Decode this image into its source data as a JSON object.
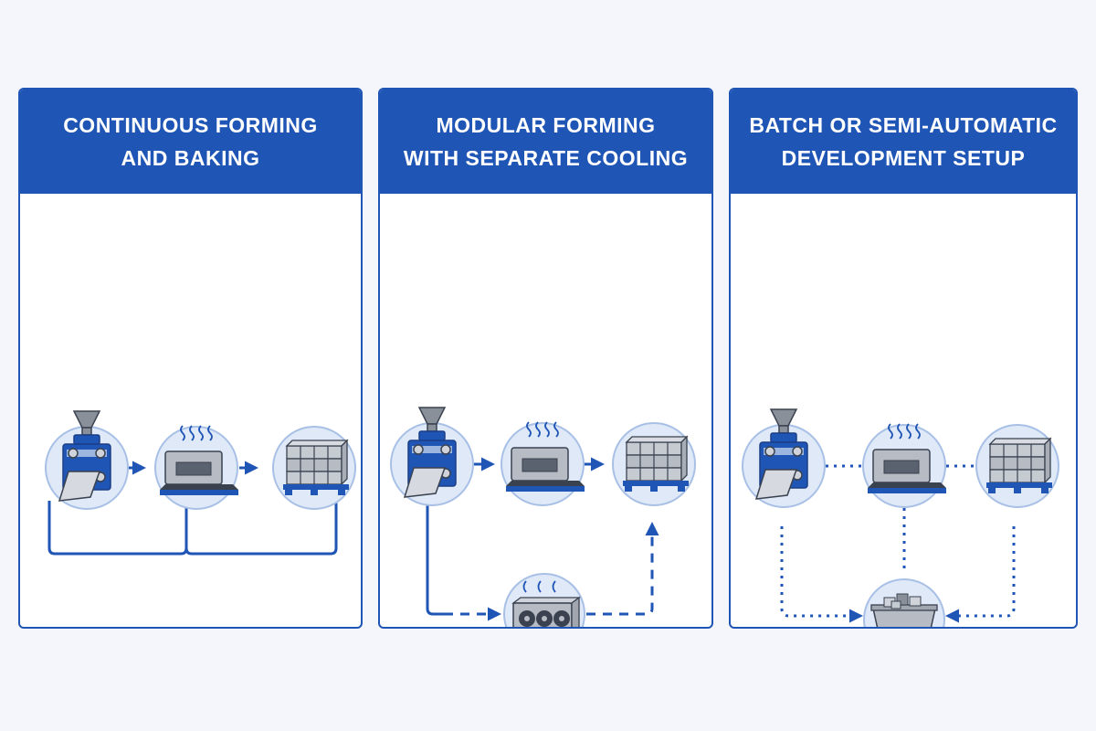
{
  "colors": {
    "primary": "#1f55b5",
    "circle_fill": "#dfe9f8",
    "circle_stroke": "#a8c0e6",
    "machine_gray": "#8a909a",
    "background": "#f4f6fb"
  },
  "panels": [
    {
      "title": "CONTINUOUS FORMING\nAND BAKING",
      "stations": [
        {
          "icon": "forming-machine-icon"
        },
        {
          "icon": "baking-oven-icon"
        },
        {
          "icon": "pallet-stack-icon"
        }
      ],
      "connection_style": "solid"
    },
    {
      "title": "MODULAR FORMING\nWITH SEPARATE COOLING",
      "stations": [
        {
          "icon": "forming-machine-icon"
        },
        {
          "icon": "baking-oven-icon"
        },
        {
          "icon": "pallet-stack-icon"
        },
        {
          "icon": "cooling-unit-icon"
        }
      ],
      "connection_style": "dashed"
    },
    {
      "title": "BATCH OR SEMI-AUTOMATIC\nDEVELOPMENT SETUP",
      "stations": [
        {
          "icon": "forming-machine-icon"
        },
        {
          "icon": "baking-oven-icon"
        },
        {
          "icon": "pallet-stack-icon"
        },
        {
          "icon": "batch-bin-icon"
        }
      ],
      "connection_style": "dotted"
    }
  ]
}
